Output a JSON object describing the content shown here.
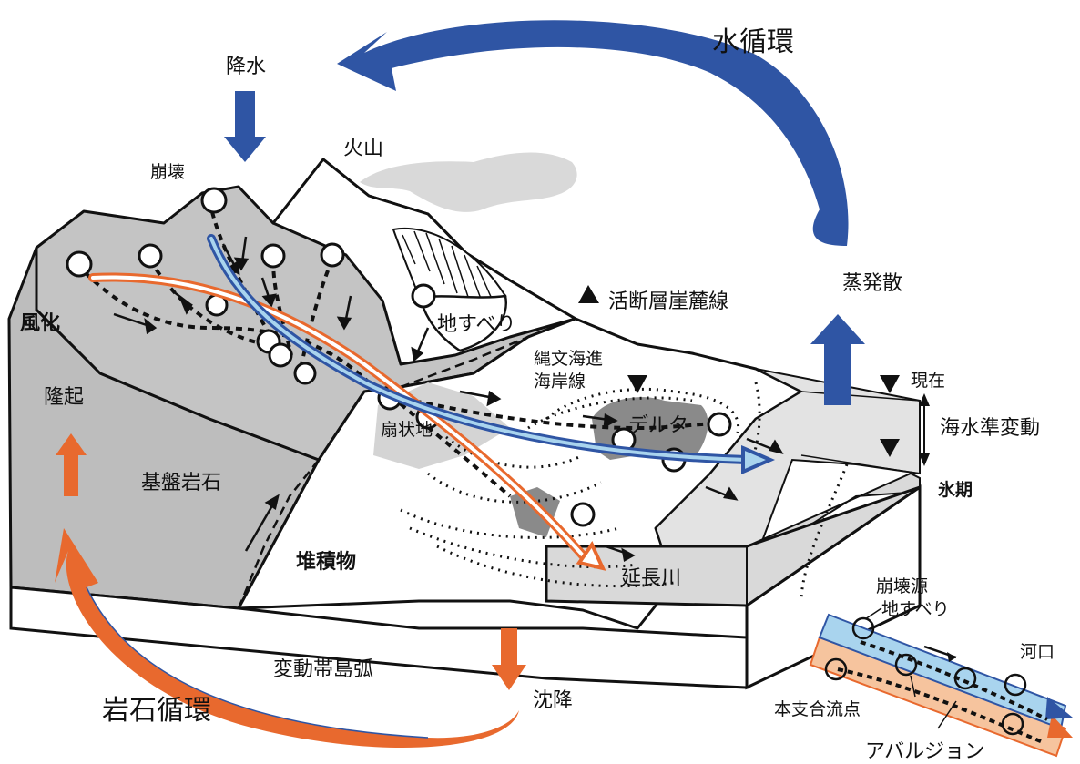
{
  "labels": {
    "water_cycle": "水循環",
    "precipitation": "降水",
    "volcano": "火山",
    "collapse": "崩壊",
    "evapotranspiration": "蒸発散",
    "active_fault": "活断層崖麓線",
    "landslide": "地すべり",
    "weathering": "風化",
    "jomon_transgression_line1": "縄文海進",
    "jomon_transgression_line2": "海岸線",
    "present": "現在",
    "sea_level_change": "海水準変動",
    "glacial": "氷期",
    "uplift": "隆起",
    "bedrock": "基盤岩石",
    "alluvial_fan": "扇状地",
    "delta": "デルタ",
    "sediment": "堆積物",
    "extended_river": "延長川",
    "collapse_source": "崩壊源",
    "landslide_inset": "地すべり",
    "river_mouth": "河口",
    "confluence": "本支合流点",
    "avulsion": "アバルジョン",
    "mobile_belt": "変動帯島弧",
    "subsidence": "沈降",
    "rock_cycle": "岩石循環"
  },
  "colors": {
    "blue": "#2f55a4",
    "light_blue": "#a9d4ee",
    "orange": "#e8692e",
    "light_orange": "#f6c49e",
    "gray": "#bdbdbd",
    "light_gray": "#d9d9d9",
    "dark_gray": "#8a8a8a"
  }
}
